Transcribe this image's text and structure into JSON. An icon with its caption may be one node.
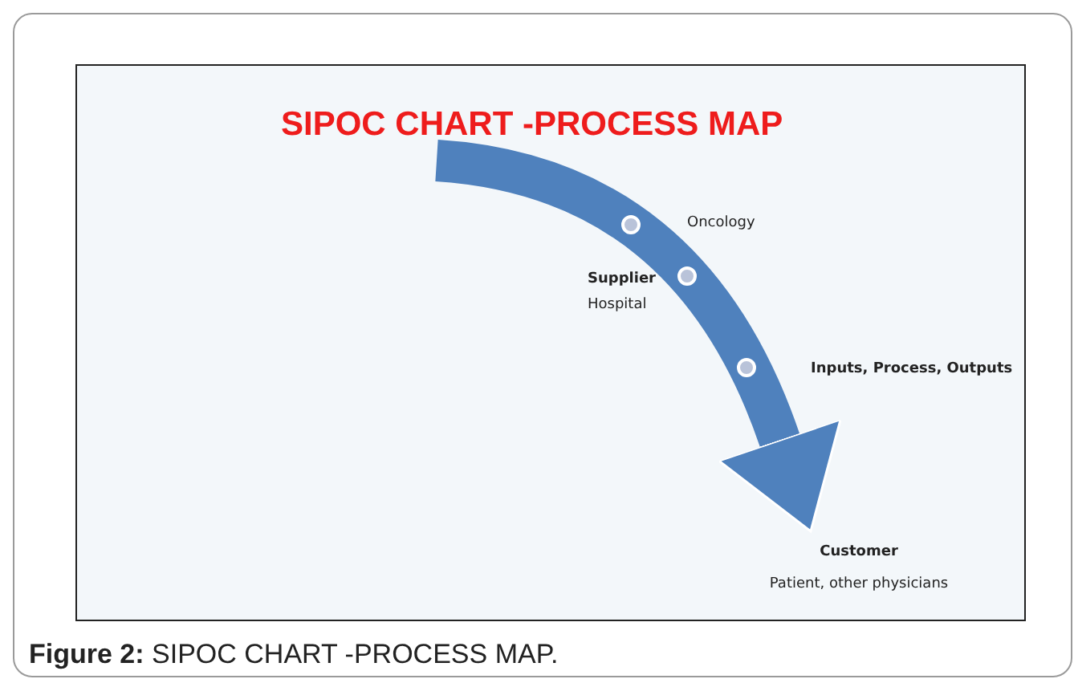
{
  "diagram": {
    "title": "SIPOC CHART -PROCESS MAP",
    "caption": "**Figure 2:** SIPOC CHART -PROCESS MAP.",
    "nodes": [
      {
        "text": [],
        "shape": "circle",
        "beside": [
          "Oncology"
        ]
      },
      {
        "text": [],
        "shape": "circle",
        "beside": [
          "Supplier",
          "Hospital"
        ]
      },
      {
        "text": [],
        "shape": "circle",
        "beside": [
          "Inputs, Process,  Outputs"
        ]
      },
      {
        "text": [
          "Customer",
          "Patient, other physicians"
        ]
      }
    ],
    "edges": [
      {
        "from": null,
        "to": 3,
        "arrow": "to"
      }
    ]
  }
}
